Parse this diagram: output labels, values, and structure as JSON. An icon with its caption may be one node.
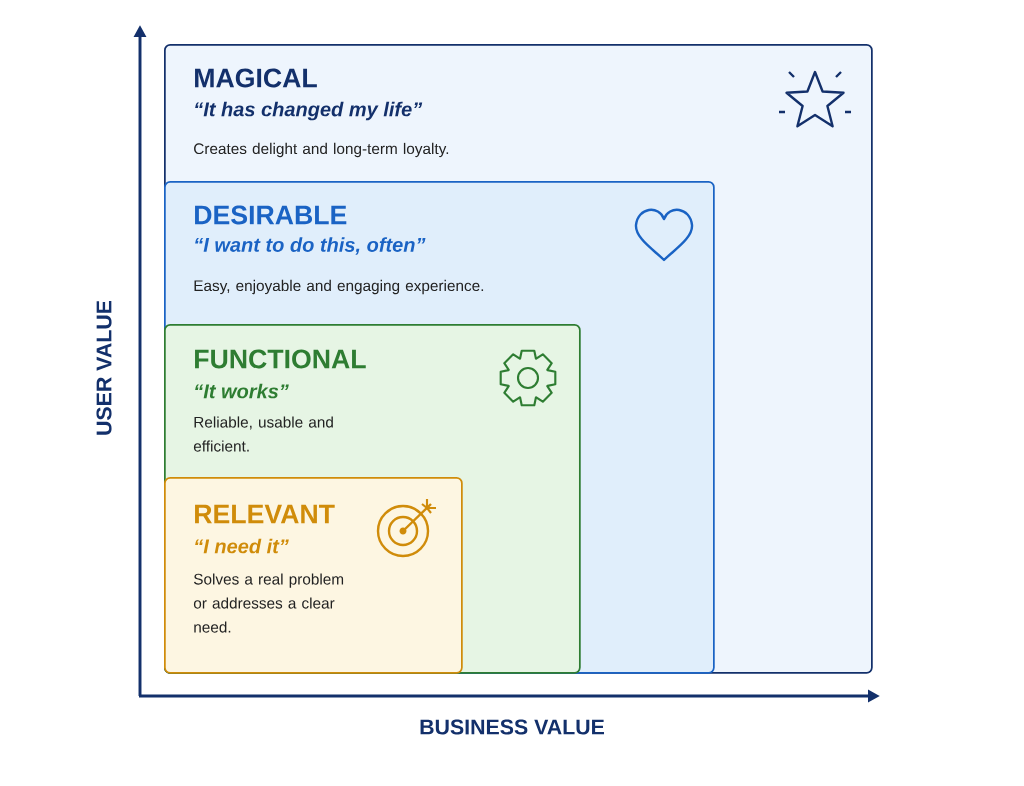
{
  "diagram": {
    "nodes": [
      {
        "text": [
          "MAGICAL",
          "“It has changed my life”",
          "Creates delight and long-term loyalty."
        ]
      },
      {
        "text": [
          "DESIRABLE",
          "“I want to do this, often”",
          "Easy, enjoyable and engaging experience."
        ],
        "in": 0
      },
      {
        "text": [
          "FUNCTIONAL",
          "“It works”",
          "Reliable, usable and efficient."
        ],
        "in": 1
      },
      {
        "text": [
          "RELEVANT",
          "“I need it”",
          "Solves a real problem or addresses a clear need."
        ],
        "in": 2
      }
    ],
    "labels": [
      "USER VALUE",
      "BUSINESS VALUE"
    ]
  }
}
